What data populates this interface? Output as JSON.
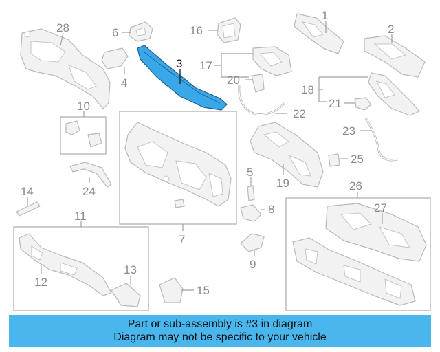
{
  "colors": {
    "banner_bg": "#4ab6ee",
    "highlight_part": "#3aa7e8",
    "line_art": "#b9b9b9",
    "callout_text": "#8a8a8a"
  },
  "callouts": {
    "c1": "1",
    "c2": "2",
    "c3": "3",
    "c4": "4",
    "c5": "5",
    "c6": "6",
    "c7": "7",
    "c8": "8",
    "c9": "9",
    "c10": "10",
    "c11": "11",
    "c12": "12",
    "c13": "13",
    "c14": "14",
    "c15": "15",
    "c16": "16",
    "c17": "17",
    "c18": "18",
    "c19": "19",
    "c20": "20",
    "c21": "21",
    "c22": "22",
    "c23": "23",
    "c24": "24",
    "c25": "25",
    "c26": "26",
    "c27": "27",
    "c28": "28"
  },
  "highlighted_part": "3",
  "banner": {
    "line1": "Part or sub-assembly is #3 in diagram",
    "line2": "Diagram may not be specific to your vehicle"
  }
}
